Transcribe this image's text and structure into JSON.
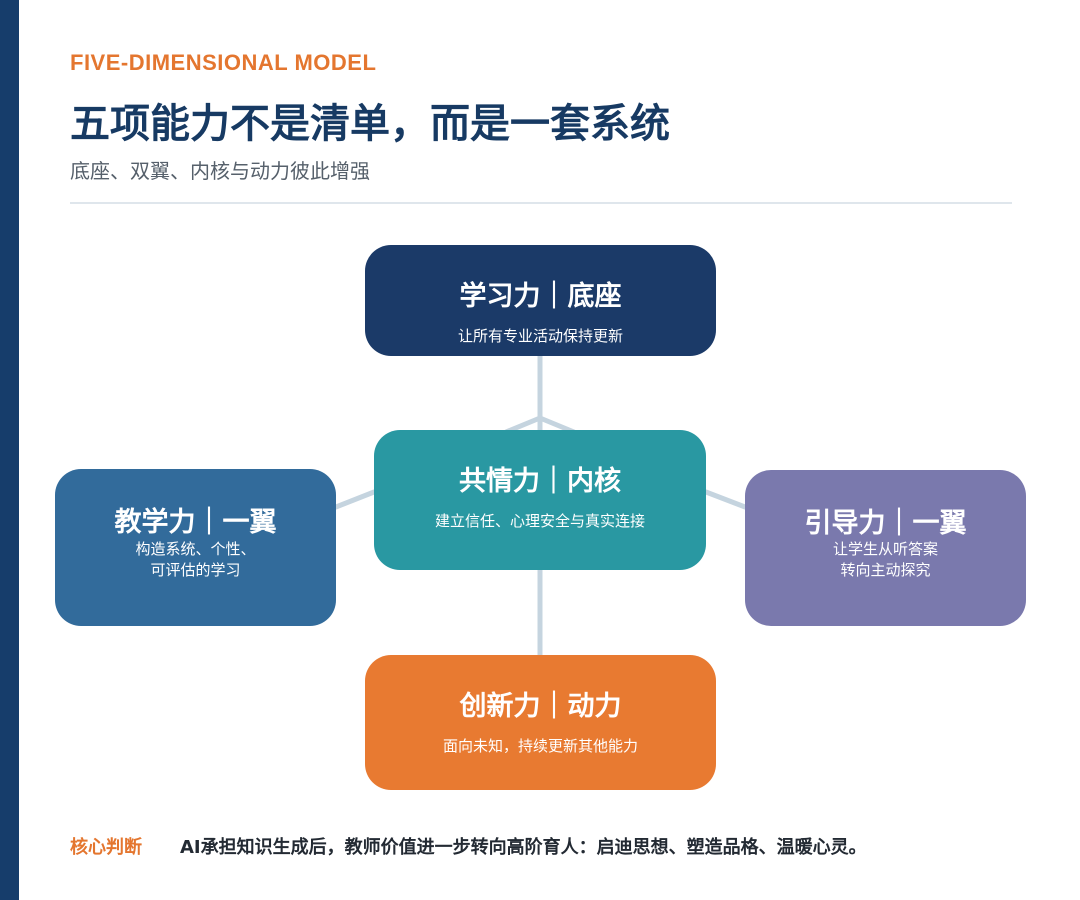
{
  "header": {
    "eyebrow": "FIVE-DIMENSIONAL MODEL",
    "title": "五项能力不是清单，而是一套系统",
    "subtitle": "底座、双翼、内核与动力彼此增强"
  },
  "nodes": {
    "top": {
      "title": "学习力｜底座",
      "desc": "让所有专业活动保持更新",
      "color": "#1b3a68"
    },
    "center": {
      "title": "共情力｜内核",
      "desc": "建立信任、心理安全与真实连接",
      "color": "#2998a2"
    },
    "left": {
      "title": "教学力｜一翼",
      "desc": "构造系统、个性、\n可评估的学习",
      "color": "#326b9b"
    },
    "right": {
      "title": "引导力｜一翼",
      "desc": "让学生从听答案\n转向主动探究",
      "color": "#7a79ad"
    },
    "bottom": {
      "title": "创新力｜动力",
      "desc": "面向未知，持续更新其他能力",
      "color": "#e87a31"
    }
  },
  "summary": {
    "label": "核心判断",
    "text": "AI承担知识生成后，教师价值进一步转向高阶育人：启迪思想、塑造品格、温暖心灵。"
  },
  "colors": {
    "accent": "#e4762f",
    "navy": "#163d6b",
    "connector": "#c5d4df"
  }
}
